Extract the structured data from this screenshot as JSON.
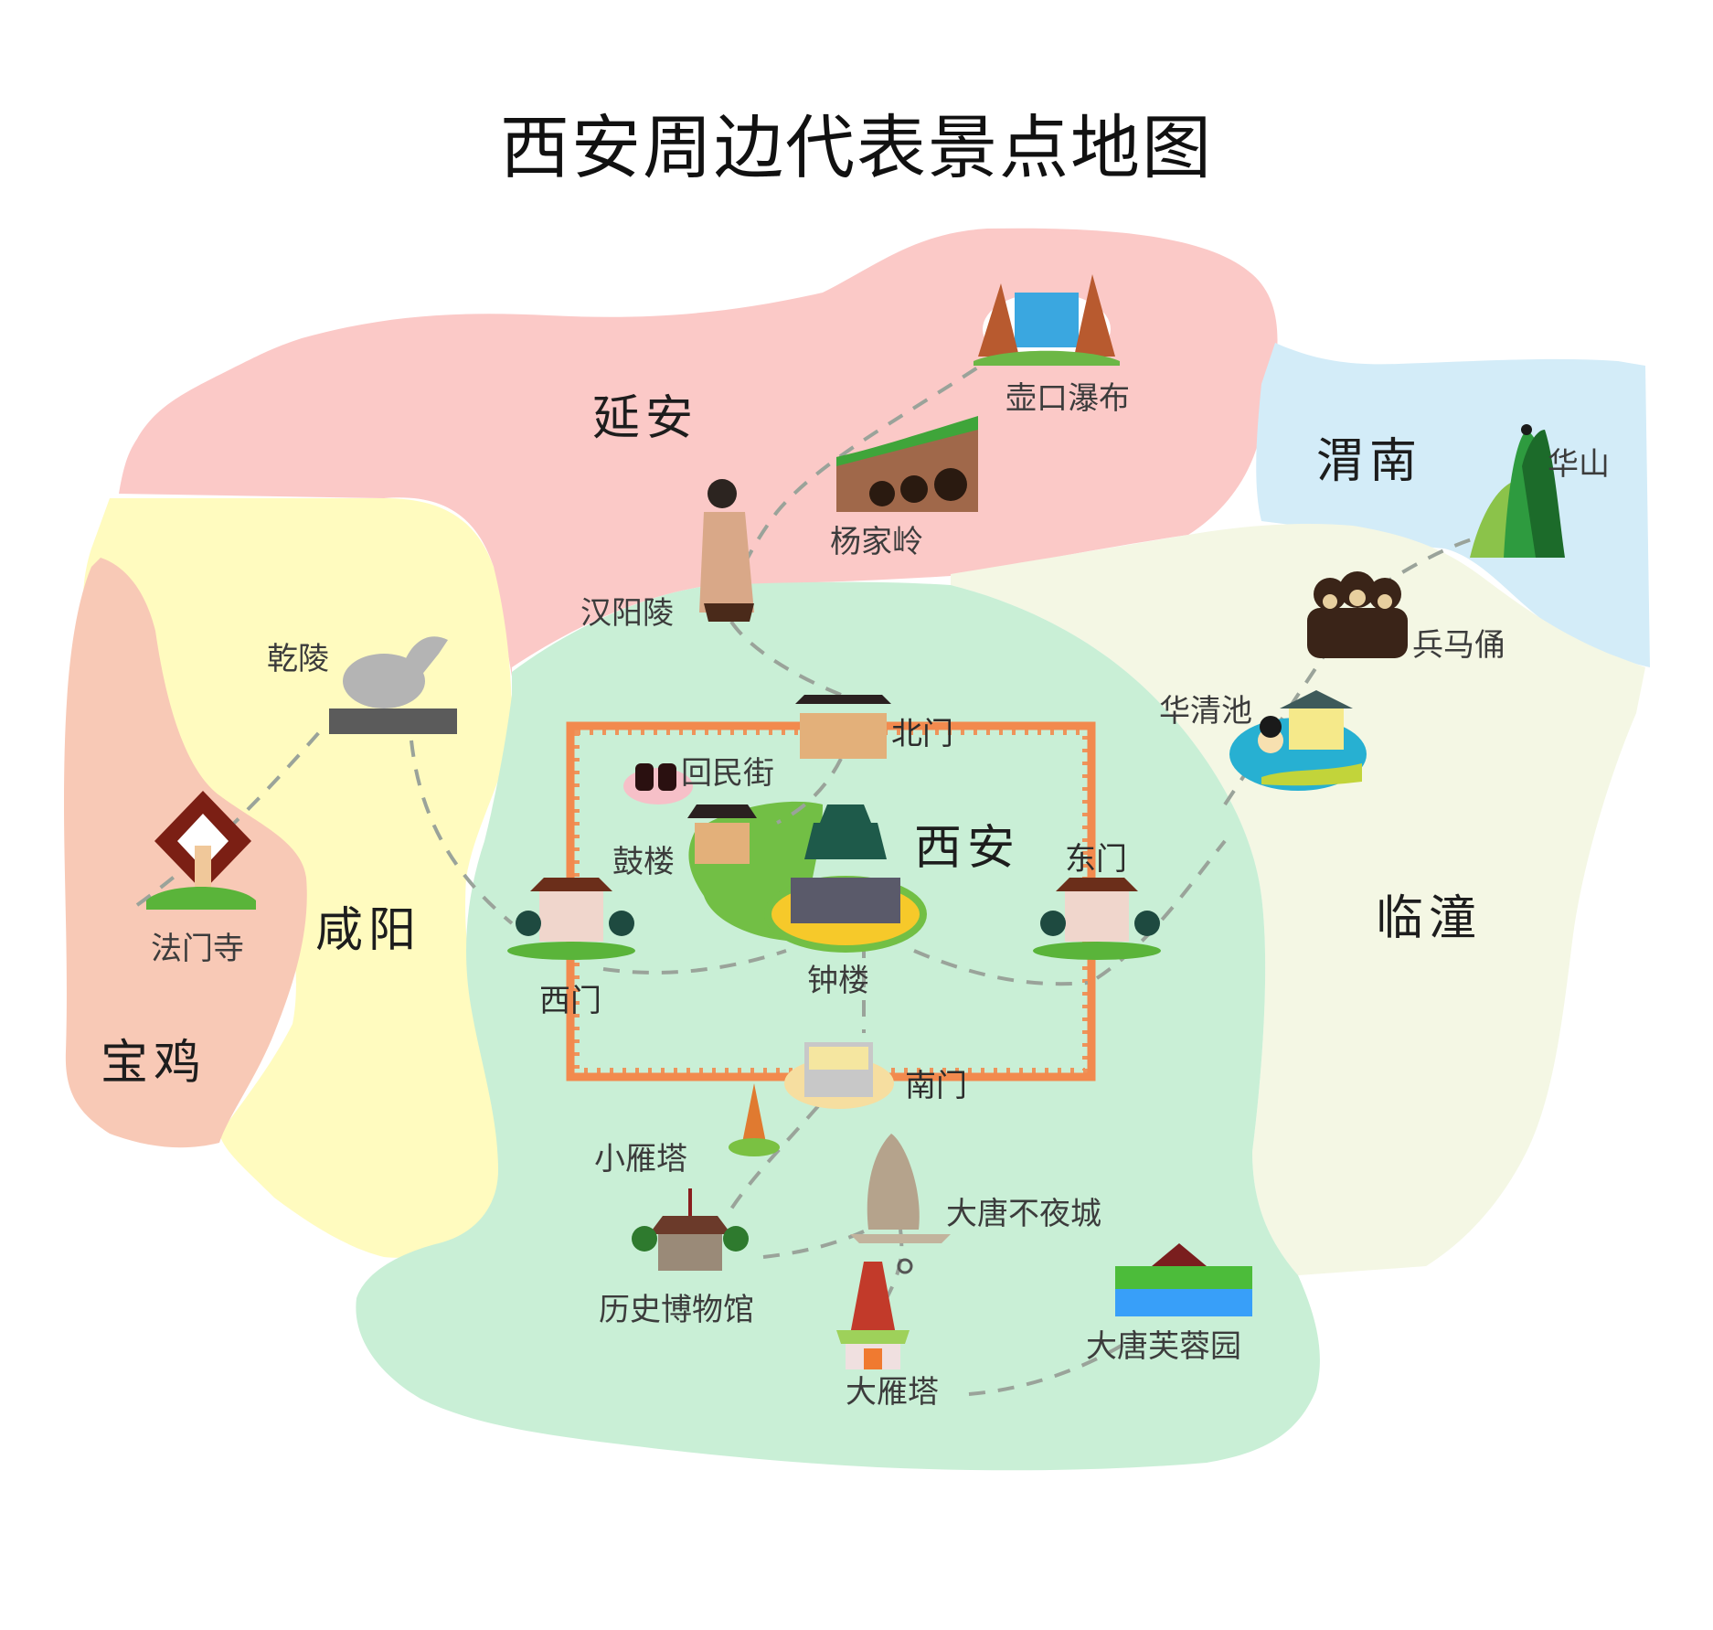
{
  "title": "西安周边代表景点地图",
  "regions": {
    "yanan": {
      "label": "延安",
      "color": "#fbc9c7"
    },
    "weinan": {
      "label": "渭南",
      "color": "#d3ecf8"
    },
    "lintong": {
      "label": "临潼",
      "color": "#f4f7e4"
    },
    "xianyang": {
      "label": "咸阳",
      "color": "#fffbbf"
    },
    "baoji": {
      "label": "宝鸡",
      "color": "#f8c9b6"
    },
    "xian": {
      "label": "西安",
      "color": "#c9efd6"
    }
  },
  "spots": {
    "hukou": "壶口瀑布",
    "yangjialing": "杨家岭",
    "hanyangling": "汉阳陵",
    "huashan": "华山",
    "bingmayong": "兵马俑",
    "huaqingchi": "华清池",
    "qianling": "乾陵",
    "famensi": "法门寺",
    "huiminjie": "回民街",
    "gulou": "鼓楼",
    "zhonglou": "钟楼",
    "beimen": "北门",
    "dongmen": "东门",
    "ximen": "西门",
    "nanmen": "南门",
    "xiaoyanta": "小雁塔",
    "lishibowuguan": "历史博物馆",
    "datangbuyecheng": "大唐不夜城",
    "dayanta": "大雁塔",
    "datangfurongyuan": "大唐芙蓉园"
  },
  "colors": {
    "city_wall_border": "#f28a4e",
    "route_dash": "#9aa39a"
  }
}
